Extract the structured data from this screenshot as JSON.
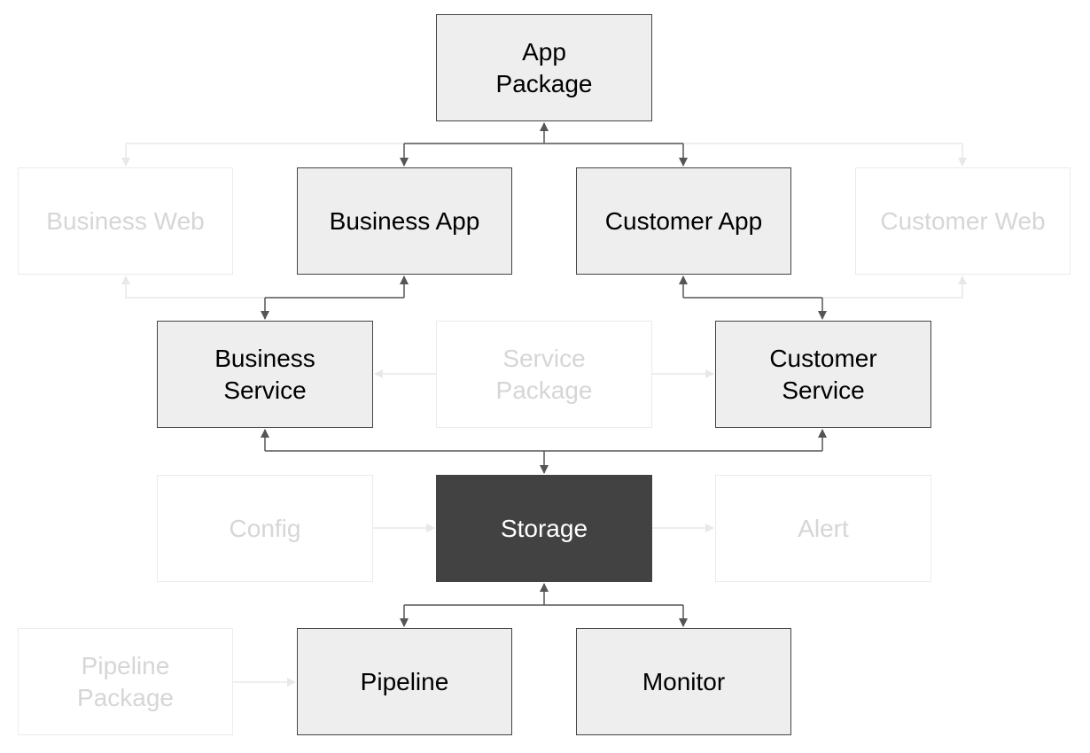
{
  "nodes": {
    "app_package": "App\nPackage",
    "business_web": "Business Web",
    "business_app": "Business App",
    "customer_app": "Customer App",
    "customer_web": "Customer Web",
    "business_service": "Business\nService",
    "service_package": "Service\nPackage",
    "customer_service": "Customer\nService",
    "config": "Config",
    "storage": "Storage",
    "alert": "Alert",
    "pipeline_package": "Pipeline\nPackage",
    "pipeline": "Pipeline",
    "monitor": "Monitor"
  },
  "colors": {
    "active_fill": "#eeeeee",
    "active_border": "#444444",
    "faded_border": "#ebebeb",
    "faded_text": "#d6d6d6",
    "highlight_fill": "#424242",
    "connector_active": "#555555",
    "connector_faded": "#e8e8e8"
  }
}
